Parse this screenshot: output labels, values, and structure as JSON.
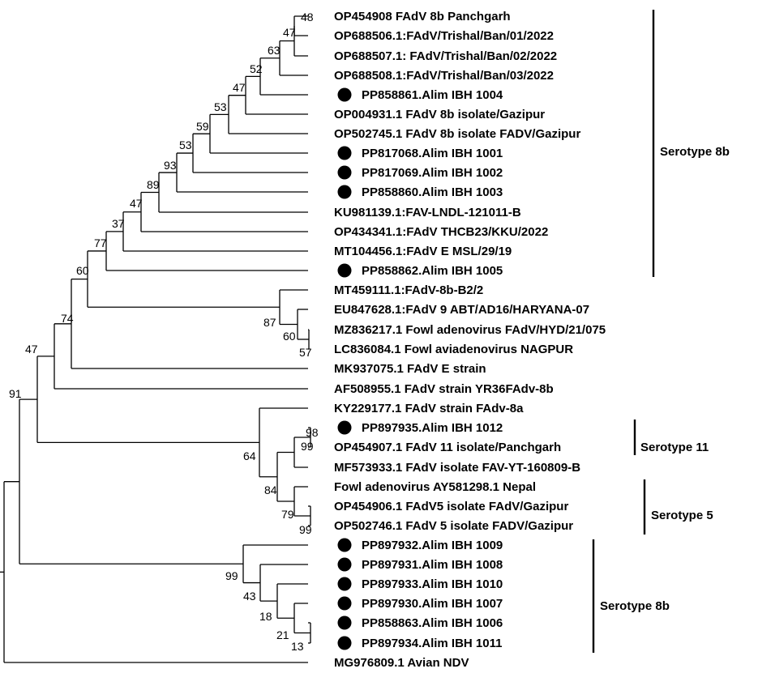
{
  "tree": {
    "leaves": [
      {
        "label": "OP454908 FAdV 8b Panchgarh",
        "marked": false
      },
      {
        "label": "OP688506.1:FAdV/Trishal/Ban/01/2022",
        "marked": false
      },
      {
        "label": "OP688507.1: FAdV/Trishal/Ban/02/2022",
        "marked": false
      },
      {
        "label": "OP688508.1:FAdV/Trishal/Ban/03/2022",
        "marked": false
      },
      {
        "label": "PP858861.Alim IBH 1004",
        "marked": true
      },
      {
        "label": "OP004931.1 FAdV 8b isolate/Gazipur",
        "marked": false
      },
      {
        "label": "OP502745.1 FAdV 8b isolate FADV/Gazipur",
        "marked": false
      },
      {
        "label": "PP817068.Alim IBH 1001",
        "marked": true
      },
      {
        "label": "PP817069.Alim IBH 1002",
        "marked": true
      },
      {
        "label": "PP858860.Alim IBH 1003",
        "marked": true
      },
      {
        "label": "KU981139.1:FAV-LNDL-121011-B",
        "marked": false
      },
      {
        "label": "OP434341.1:FAdV THCB23/KKU/2022",
        "marked": false
      },
      {
        "label": "MT104456.1:FAdV E MSL/29/19",
        "marked": false
      },
      {
        "label": "PP858862.Alim IBH 1005",
        "marked": true
      },
      {
        "label": "MT459111.1:FAdV-8b-B2/2",
        "marked": false
      },
      {
        "label": "EU847628.1:FAdV 9 ABT/AD16/HARYANA-07",
        "marked": false
      },
      {
        "label": "MZ836217.1 Fowl adenovirus FAdV/HYD/21/075",
        "marked": false
      },
      {
        "label": "LC836084.1 Fowl aviadenovirus NAGPUR",
        "marked": false
      },
      {
        "label": "MK937075.1 FAdV E strain",
        "marked": false
      },
      {
        "label": "AF508955.1 FAdV strain YR36FAdv-8b",
        "marked": false
      },
      {
        "label": "KY229177.1 FAdV strain FAdv-8a",
        "marked": false
      },
      {
        "label": "PP897935.Alim IBH 1012",
        "marked": true
      },
      {
        "label": "OP454907.1 FAdV 11 isolate/Panchgarh",
        "marked": false
      },
      {
        "label": "MF573933.1 FAdV isolate FAV-YT-160809-B",
        "marked": false
      },
      {
        "label": "Fowl adenovirus AY581298.1 Nepal",
        "marked": false
      },
      {
        "label": "OP454906.1 FAdV5 isolate FAdV/Gazipur",
        "marked": false
      },
      {
        "label": "OP502746.1 FAdV 5 isolate FADV/Gazipur",
        "marked": false
      },
      {
        "label": "PP897932.Alim IBH 1009",
        "marked": true
      },
      {
        "label": "PP897931.Alim IBH 1008",
        "marked": true
      },
      {
        "label": "PP897933.Alim IBH 1010",
        "marked": true
      },
      {
        "label": "PP897930.Alim IBH 1007",
        "marked": true
      },
      {
        "label": "PP858863.Alim IBH 1006",
        "marked": true
      },
      {
        "label": "PP897934.Alim IBH 1011",
        "marked": true
      },
      {
        "label": "MG976809.1 Avian NDV",
        "marked": false
      }
    ],
    "bootstrap_values": [
      "48",
      "47",
      "63",
      "52",
      "47",
      "53",
      "59",
      "53",
      "93",
      "89",
      "47",
      "37",
      "77",
      "60",
      "87",
      "60",
      "57",
      "74",
      "47",
      "91",
      "98",
      "99",
      "64",
      "84",
      "79",
      "99",
      "99",
      "43",
      "18",
      "21",
      "13"
    ],
    "clades": [
      {
        "label": "Serotype 8b"
      },
      {
        "label": "Serotype 11"
      },
      {
        "label": "Serotype 5"
      },
      {
        "label": "Serotype 8b"
      }
    ]
  }
}
